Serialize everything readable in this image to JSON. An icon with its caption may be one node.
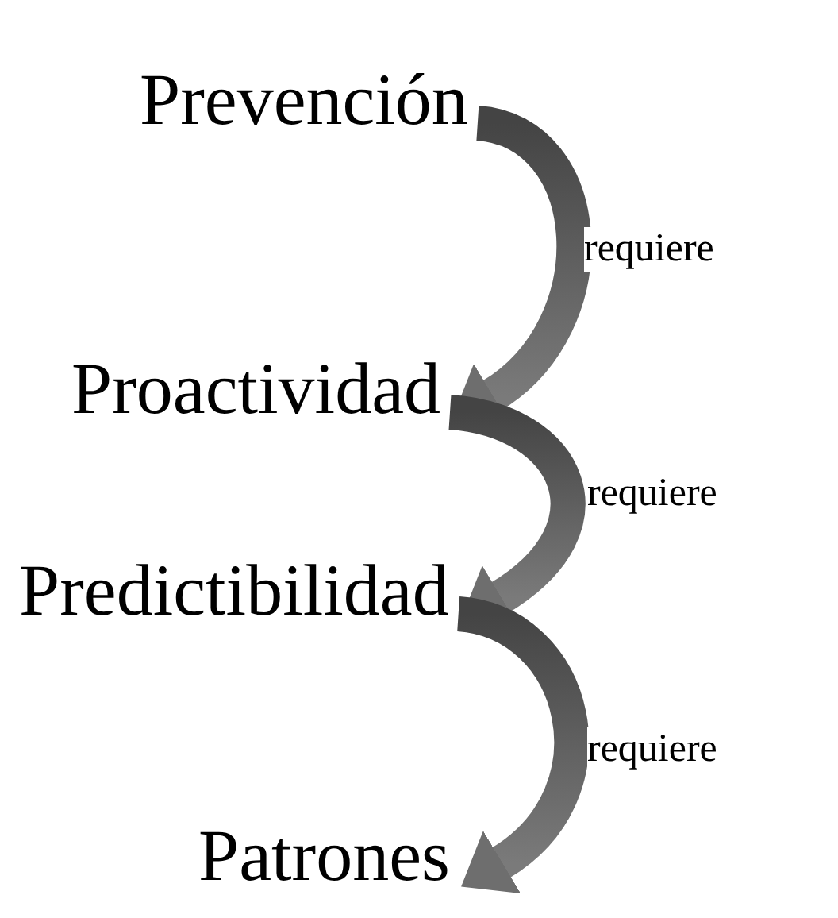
{
  "diagram": {
    "nodes": [
      {
        "text": [
          "Prevención"
        ]
      },
      {
        "text": [
          "Proactividad"
        ]
      },
      {
        "text": [
          "Predictibilidad"
        ]
      },
      {
        "text": [
          "Patrones"
        ]
      }
    ],
    "edges": [
      {
        "from": 0,
        "to": 1,
        "arrow": "to",
        "label": "requiere"
      },
      {
        "from": 1,
        "to": 2,
        "arrow": "to",
        "label": "requiere"
      },
      {
        "from": 2,
        "to": 3,
        "arrow": "to",
        "label": "requiere"
      }
    ]
  }
}
